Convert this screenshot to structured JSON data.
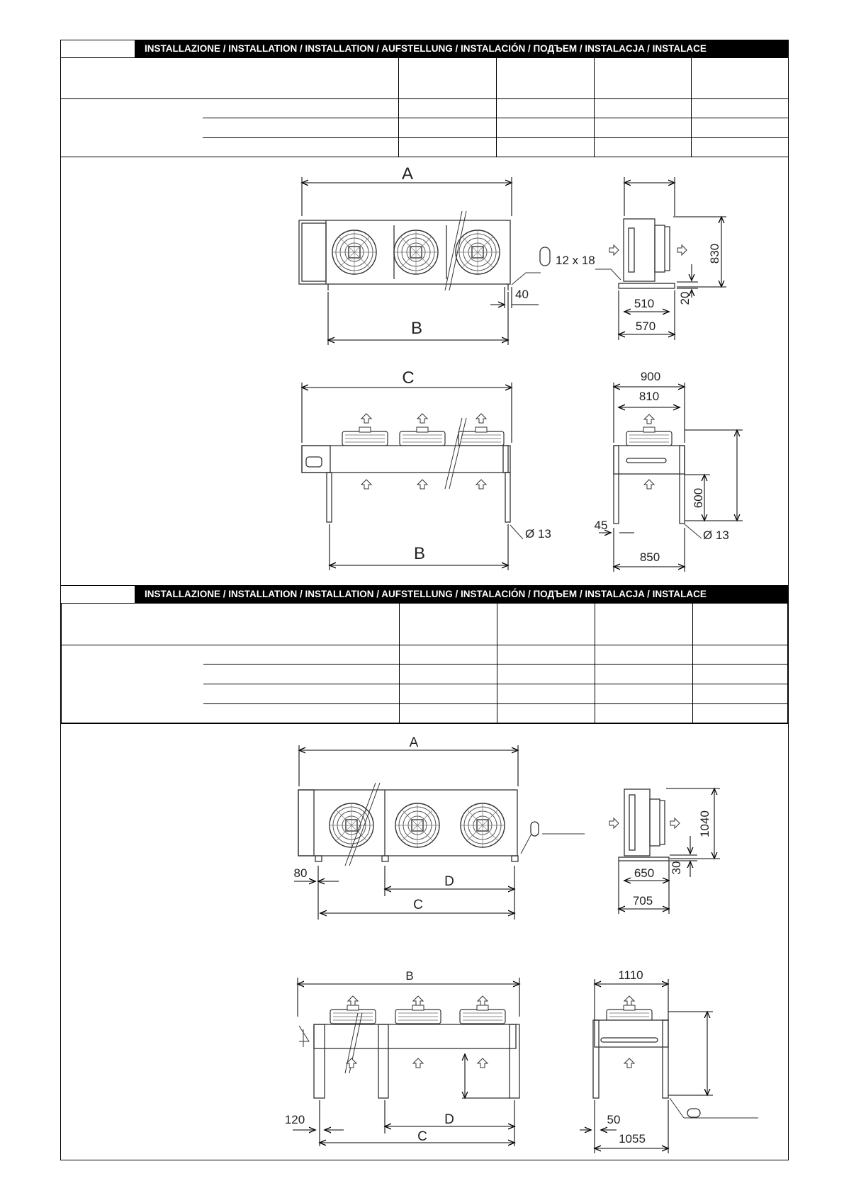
{
  "section1": {
    "header": "INSTALLAZIONE / INSTALLATION / INSTALLATION / AUFSTELLUNG / INSTALACIÓN / ПОДЪЕМ / INSTALACJA / INSTALACE",
    "front_view": {
      "dim_a": "A",
      "dim_b": "B",
      "slot": "12 x 18",
      "foot": "40"
    },
    "side_view": {
      "height": "830",
      "foot_h": "20",
      "base_inner": "510",
      "base_outer": "570"
    },
    "front_view_vertical": {
      "dim_c": "C",
      "dim_b": "B",
      "hole": "Ø 13"
    },
    "side_view_vertical": {
      "width_outer": "900",
      "width_inner": "810",
      "leg_h": "600",
      "leg_w": "45",
      "base": "850",
      "hole": "Ø 13"
    }
  },
  "section2": {
    "header": "INSTALLAZIONE / INSTALLATION / INSTALLATION / AUFSTELLUNG / INSTALACIÓN / ПОДЪЕМ / INSTALACJA / INSTALACE",
    "front_view": {
      "dim_a": "A",
      "foot": "80",
      "dim_d": "D",
      "dim_c": "C"
    },
    "side_view": {
      "height": "1040",
      "foot_h": "30",
      "base_inner": "650",
      "base_outer": "705"
    },
    "front_view_vertical": {
      "dim_b": "B",
      "leg": "120",
      "dim_d": "D",
      "dim_c": "C"
    },
    "side_view_vertical": {
      "width": "1110",
      "leg_w": "50",
      "base": "1055"
    }
  }
}
